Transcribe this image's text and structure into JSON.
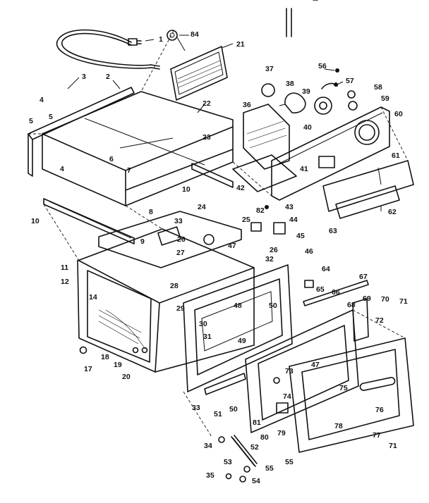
{
  "diagram": {
    "labels": [
      {
        "id": "l1",
        "text": "1"
      },
      {
        "id": "l84",
        "text": "84"
      },
      {
        "id": "l21",
        "text": "21"
      },
      {
        "id": "l3",
        "text": "3"
      },
      {
        "id": "l2",
        "text": "2"
      },
      {
        "id": "l4a",
        "text": "4"
      },
      {
        "id": "l5a",
        "text": "5"
      },
      {
        "id": "l5b",
        "text": "5"
      },
      {
        "id": "l6",
        "text": "6"
      },
      {
        "id": "l4b",
        "text": "4"
      },
      {
        "id": "l7",
        "text": "7"
      },
      {
        "id": "l22",
        "text": "22"
      },
      {
        "id": "l23",
        "text": "23"
      },
      {
        "id": "l10a",
        "text": "10"
      },
      {
        "id": "l10b",
        "text": "10"
      },
      {
        "id": "l37",
        "text": "37"
      },
      {
        "id": "l38",
        "text": "38"
      },
      {
        "id": "l36",
        "text": "36"
      },
      {
        "id": "l39",
        "text": "39"
      },
      {
        "id": "l40",
        "text": "40"
      },
      {
        "id": "l56",
        "text": "56"
      },
      {
        "id": "l57",
        "text": "57"
      },
      {
        "id": "l58",
        "text": "58"
      },
      {
        "id": "l59",
        "text": "59"
      },
      {
        "id": "l60",
        "text": "60"
      },
      {
        "id": "l61",
        "text": "61"
      },
      {
        "id": "l41",
        "text": "41"
      },
      {
        "id": "l42",
        "text": "42"
      },
      {
        "id": "l62",
        "text": "62"
      },
      {
        "id": "l63",
        "text": "63"
      },
      {
        "id": "l8",
        "text": "8"
      },
      {
        "id": "l24",
        "text": "24"
      },
      {
        "id": "l25",
        "text": "25"
      },
      {
        "id": "l82",
        "text": "82"
      },
      {
        "id": "l43",
        "text": "43"
      },
      {
        "id": "l44",
        "text": "44"
      },
      {
        "id": "l45",
        "text": "45"
      },
      {
        "id": "l33a",
        "text": "33"
      },
      {
        "id": "l26a",
        "text": "26"
      },
      {
        "id": "l26b",
        "text": "26"
      },
      {
        "id": "l9",
        "text": "9"
      },
      {
        "id": "l47a",
        "text": "47"
      },
      {
        "id": "l27",
        "text": "27"
      },
      {
        "id": "l46",
        "text": "46"
      },
      {
        "id": "l11",
        "text": "11"
      },
      {
        "id": "l12",
        "text": "12"
      },
      {
        "id": "l32",
        "text": "32"
      },
      {
        "id": "l28",
        "text": "28"
      },
      {
        "id": "l64",
        "text": "64"
      },
      {
        "id": "l14",
        "text": "14"
      },
      {
        "id": "l67",
        "text": "67"
      },
      {
        "id": "l65",
        "text": "65"
      },
      {
        "id": "l66",
        "text": "66"
      },
      {
        "id": "l50a",
        "text": "50"
      },
      {
        "id": "l29",
        "text": "29"
      },
      {
        "id": "l48",
        "text": "48"
      },
      {
        "id": "l69",
        "text": "69"
      },
      {
        "id": "l70",
        "text": "70"
      },
      {
        "id": "l71a",
        "text": "71"
      },
      {
        "id": "l68",
        "text": "68"
      },
      {
        "id": "l30",
        "text": "30"
      },
      {
        "id": "l31",
        "text": "31"
      },
      {
        "id": "l72",
        "text": "72"
      },
      {
        "id": "l49",
        "text": "49"
      },
      {
        "id": "l17",
        "text": "17"
      },
      {
        "id": "l18",
        "text": "18"
      },
      {
        "id": "l19",
        "text": "19"
      },
      {
        "id": "l20",
        "text": "20"
      },
      {
        "id": "l47b",
        "text": "47"
      },
      {
        "id": "l73",
        "text": "73"
      },
      {
        "id": "l74",
        "text": "74"
      },
      {
        "id": "l75",
        "text": "75"
      },
      {
        "id": "l33b",
        "text": "33"
      },
      {
        "id": "l51",
        "text": "51"
      },
      {
        "id": "l50b",
        "text": "50"
      },
      {
        "id": "l81",
        "text": "81"
      },
      {
        "id": "l80",
        "text": "80"
      },
      {
        "id": "l79",
        "text": "79"
      },
      {
        "id": "l76",
        "text": "76"
      },
      {
        "id": "l78",
        "text": "78"
      },
      {
        "id": "l77",
        "text": "77"
      },
      {
        "id": "l71b",
        "text": "71"
      },
      {
        "id": "l34",
        "text": "34"
      },
      {
        "id": "l52",
        "text": "52"
      },
      {
        "id": "l53",
        "text": "53"
      },
      {
        "id": "l55a",
        "text": "55"
      },
      {
        "id": "l55b",
        "text": "55"
      },
      {
        "id": "l35",
        "text": "35"
      },
      {
        "id": "l54",
        "text": "54"
      }
    ]
  }
}
